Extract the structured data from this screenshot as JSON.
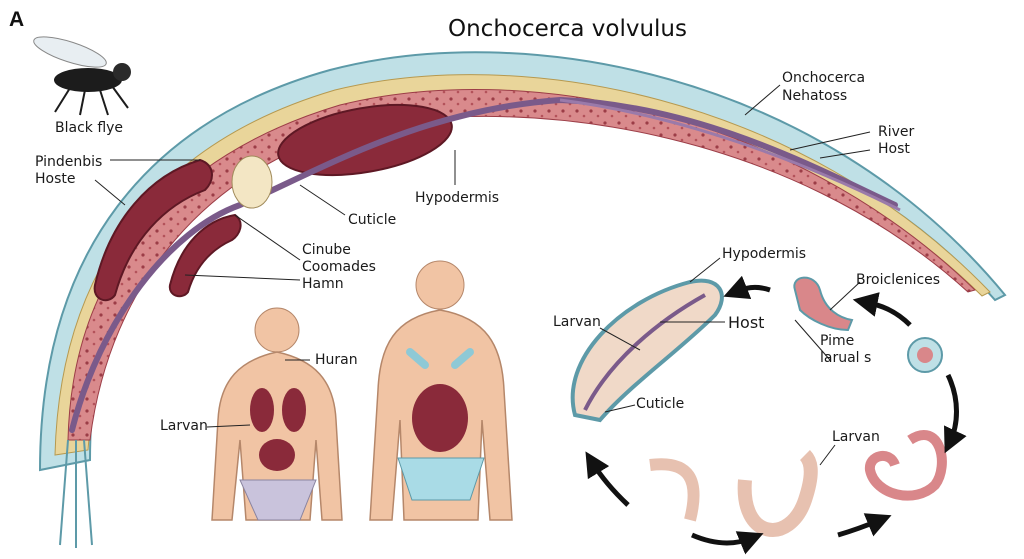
{
  "panel_letter": "A",
  "title": "Onchocerca volvulus",
  "labels": {
    "black_fly": "Black flye",
    "onchocerca_1": "Onchocerca",
    "onchocerca_2": "Nehatoss",
    "pindenbis_1": "Pindenbis",
    "pindenbis_2": "Hoste",
    "river_1": "River",
    "river_2": "Host",
    "hypodermis_worm": "Hypodermis",
    "cuticle_worm": "Cuticle",
    "cinube_1": "Cinube",
    "cinube_2": "Coomades",
    "cinube_3": "Hamn",
    "huran": "Huran",
    "larvan_human": "Larvan",
    "hypodermis_cycle": "Hypodermis",
    "broiclenices": "Broiclenices",
    "larvan_cycle": "Larvan",
    "host_cycle": "Host",
    "pime_1": "Pime",
    "pime_2": "larual s",
    "cuticle_cycle": "Cuticle",
    "larvan_bottom": "Larvan"
  },
  "colors": {
    "outer_sheath": "#bfe0e6",
    "cuticle_band": "#e9d59a",
    "tissue": "#d9878a",
    "organ": "#8a2a3a",
    "nerve": "#7a5a8a",
    "skin": "#f1c4a4",
    "briefs_left": "#c9c3dc",
    "briefs_right": "#a9dbe6",
    "arrow": "#111111"
  }
}
